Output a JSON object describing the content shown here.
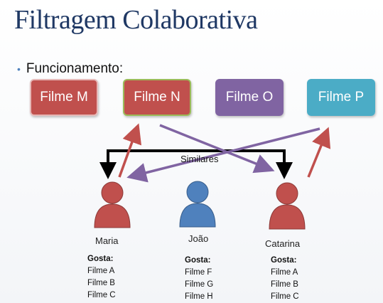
{
  "title": "Filtragem Colaborativa",
  "bullet": "Funcionamento:",
  "movies": [
    {
      "label": "Filme M",
      "fill": "#c0504d",
      "border": "#e6b8b7"
    },
    {
      "label": "Filme N",
      "fill": "#c0504d",
      "border": "#9bbb59"
    },
    {
      "label": "Filme O",
      "fill": "#8064a2",
      "border": "#8064a2"
    },
    {
      "label": "Filme P",
      "fill": "#4bacc6",
      "border": "#4bacc6"
    }
  ],
  "similar_label": "Similares",
  "people": [
    {
      "name": "Maria",
      "color": "#c0504d",
      "likes_title": "Gosta:",
      "likes": [
        "Filme A",
        "Filme B",
        "Filme C"
      ]
    },
    {
      "name": "João",
      "color": "#4f81bd",
      "likes_title": "Gosta:",
      "likes": [
        "Filme F",
        "Filme G",
        "Filme H"
      ]
    },
    {
      "name": "Catarina",
      "color": "#c0504d",
      "likes_title": "Gosta:",
      "likes": [
        "Filme A",
        "Filme B",
        "Filme C"
      ]
    }
  ],
  "colors": {
    "title": "#1f3864",
    "recommend_arrow": "#c0504d",
    "cross_arrow": "#8064a2",
    "similar_bracket": "#000000"
  }
}
